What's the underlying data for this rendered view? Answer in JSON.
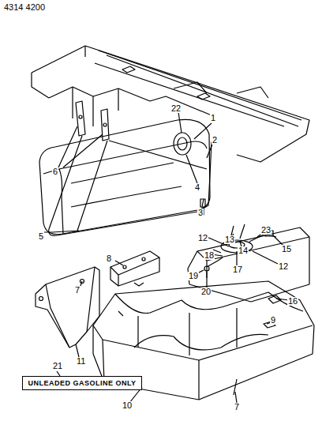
{
  "diagram": {
    "nodes": [
      {
        "text": [
          "UNLEADED GASOLINE ONLY"
        ]
      }
    ],
    "labels": [
      "4314 4200",
      "22",
      "1",
      "2",
      "6",
      "4",
      "3",
      "5",
      "12",
      "13",
      "14",
      "23",
      "15",
      "12",
      "18",
      "17",
      "19",
      "20",
      "16",
      "7",
      "8",
      "11",
      "9",
      "21",
      "10",
      "7"
    ]
  }
}
